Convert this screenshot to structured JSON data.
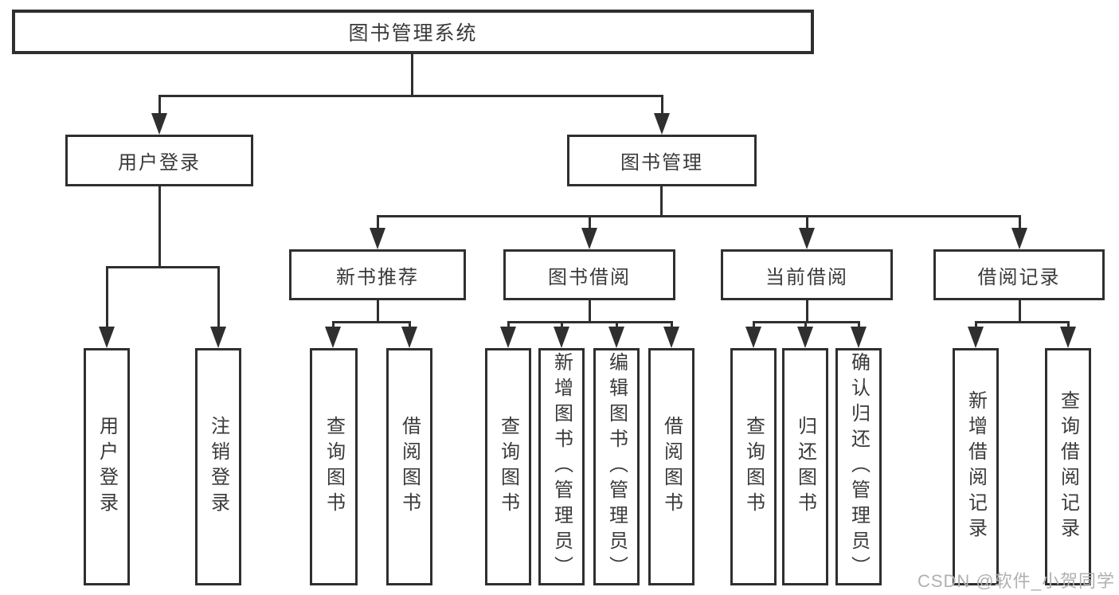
{
  "title": "图书管理系统",
  "branches": {
    "user_login": {
      "label": "用户登录",
      "children": [
        "用户登录",
        "注销登录"
      ]
    },
    "book_management": {
      "label": "图书管理",
      "sections": [
        {
          "label": "新书推荐",
          "children": [
            "查询图书",
            "借阅图书"
          ]
        },
        {
          "label": "图书借阅",
          "children": [
            "查询图书",
            "新增图书（管理员）",
            "编辑图书（管理员）",
            "借阅图书"
          ]
        },
        {
          "label": "当前借阅",
          "children": [
            "查询图书",
            "归还图书",
            "确认归还（管理员）"
          ]
        },
        {
          "label": "借阅记录",
          "children": [
            "新增借阅记录",
            "查询借阅记录"
          ]
        }
      ]
    }
  },
  "watermark": {
    "text": "CSDN @软件_小贺同学",
    "color": "#b0b0b0"
  },
  "colors": {
    "line": "#2f2f2f",
    "text": "#3a3a3a",
    "background": "#ffffff"
  }
}
